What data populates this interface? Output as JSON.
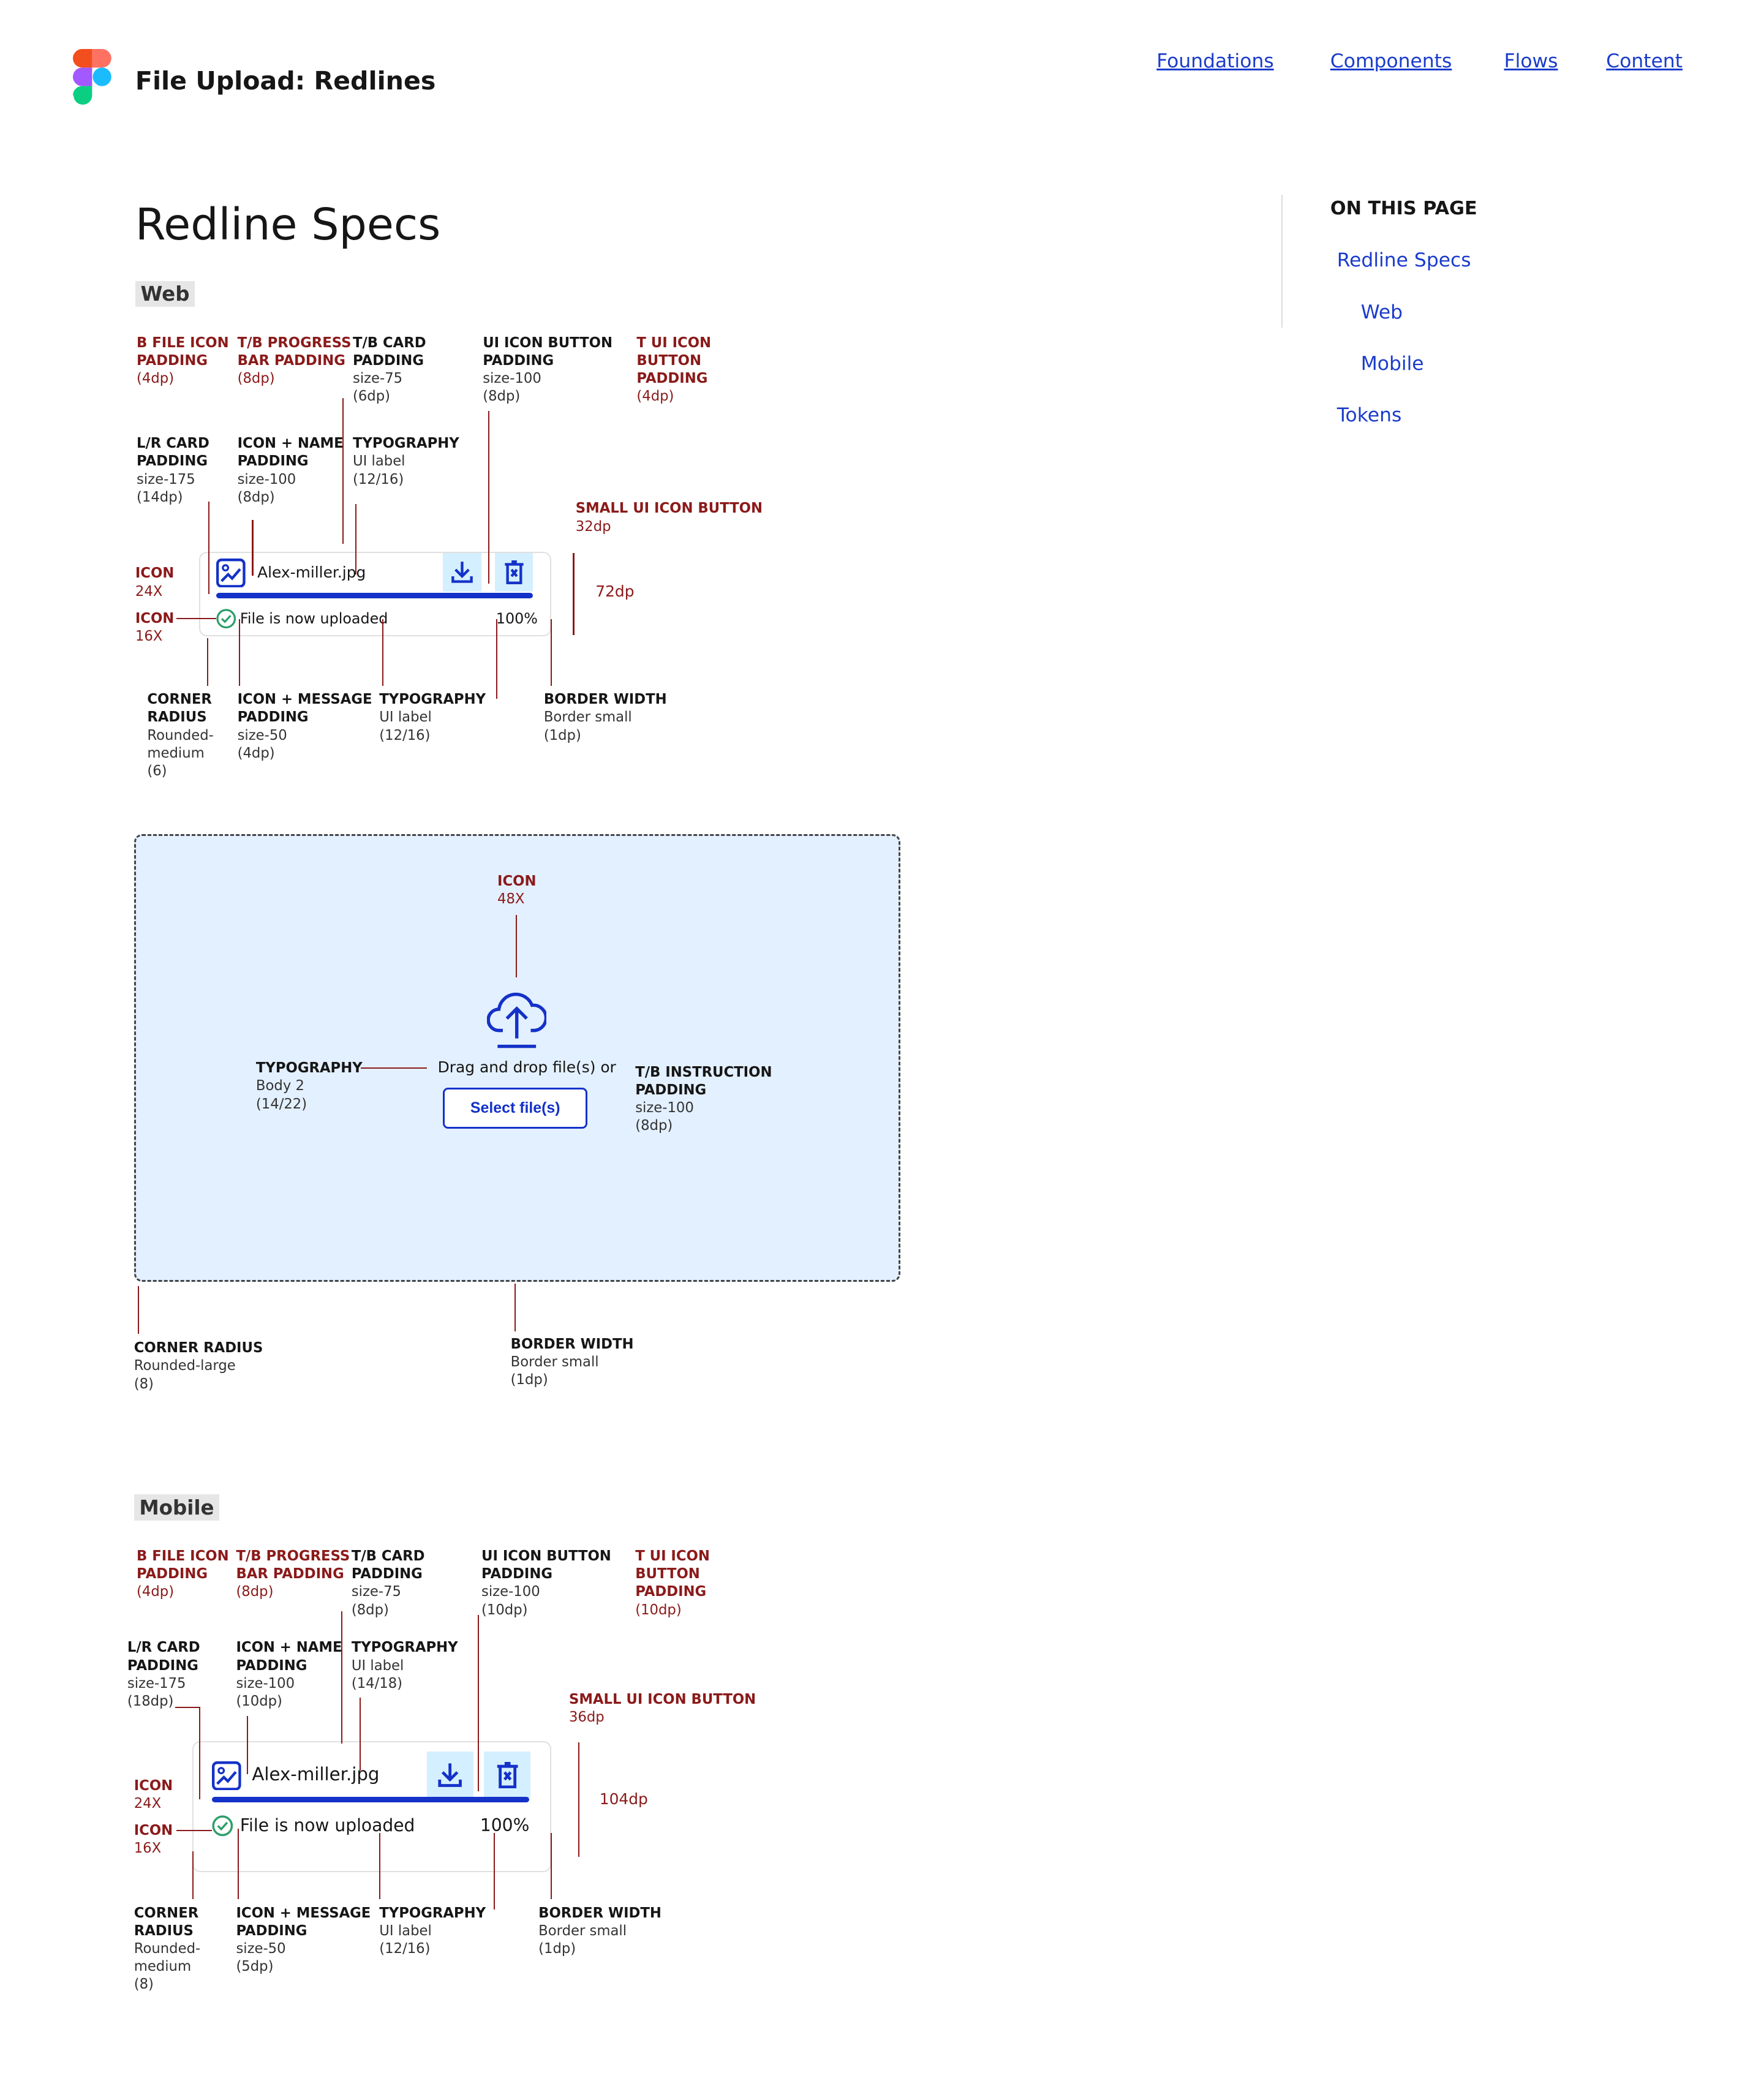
{
  "header": {
    "title": "File Upload: Redlines",
    "nav": [
      "Foundations",
      "Components",
      "Flows",
      "Content"
    ]
  },
  "page_title": "Redline Specs",
  "toc": {
    "heading": "ON THIS PAGE",
    "items": [
      "Redline Specs",
      "Web",
      "Mobile",
      "Tokens"
    ]
  },
  "colors": {
    "accent": "#1432c8",
    "redline": "#8b1a1a",
    "link": "#1a3ccc",
    "dropzone_bg": "#e3f0ff",
    "success": "#2e9e6b"
  },
  "web": {
    "tag": "Web",
    "card": {
      "file_name": "Alex-miller.jpg",
      "message": "File is now uploaded",
      "percent": "100%",
      "progress": 1.0,
      "height_label": "72dp"
    },
    "annotations": [
      {
        "title": "B FILE ICON\nPADDING",
        "lines": "(4dp)",
        "tone": "red"
      },
      {
        "title": "T/B PROGRESS\nBAR PADDING",
        "lines": "(8dp)",
        "tone": "red"
      },
      {
        "title": "T/B CARD\nPADDING",
        "lines": "size-75\n(6dp)",
        "tone": "dark"
      },
      {
        "title": "UI ICON BUTTON\nPADDING",
        "lines": "size-100\n(8dp)",
        "tone": "dark"
      },
      {
        "title": "T UI ICON\nBUTTON\nPADDING",
        "lines": "(4dp)",
        "tone": "red"
      },
      {
        "title": "L/R CARD\nPADDING",
        "lines": "size-175\n(14dp)",
        "tone": "dark"
      },
      {
        "title": "ICON + NAME\nPADDING",
        "lines": "size-100\n(8dp)",
        "tone": "dark"
      },
      {
        "title": "TYPOGRAPHY",
        "lines": "UI label\n(12/16)",
        "tone": "dark"
      },
      {
        "title": "SMALL UI ICON BUTTON",
        "lines": "32dp",
        "tone": "red"
      },
      {
        "title": "ICON",
        "lines": "24X",
        "tone": "red"
      },
      {
        "title": "ICON",
        "lines": "16X",
        "tone": "red"
      },
      {
        "title": "CORNER\nRADIUS",
        "lines": "Rounded-\nmedium\n(6)",
        "tone": "dark"
      },
      {
        "title": "ICON + MESSAGE\nPADDING",
        "lines": "size-50\n(4dp)",
        "tone": "dark"
      },
      {
        "title": "TYPOGRAPHY",
        "lines": "UI label\n(12/16)",
        "tone": "dark"
      },
      {
        "title": "BORDER WIDTH",
        "lines": "Border small\n(1dp)",
        "tone": "dark"
      }
    ],
    "dropzone": {
      "instruction": "Drag and drop file(s) or",
      "button": "Select file(s)",
      "annotations": [
        {
          "title": "ICON",
          "lines": "48X",
          "tone": "red"
        },
        {
          "title": "TYPOGRAPHY",
          "lines": "Body 2\n(14/22)",
          "tone": "dark"
        },
        {
          "title": "T/B INSTRUCTION\nPADDING",
          "lines": "size-100\n(8dp)",
          "tone": "dark"
        },
        {
          "title": "CORNER RADIUS",
          "lines": "Rounded-large\n(8)",
          "tone": "dark"
        },
        {
          "title": "BORDER WIDTH",
          "lines": "Border small\n(1dp)",
          "tone": "dark"
        }
      ]
    }
  },
  "mobile": {
    "tag": "Mobile",
    "card": {
      "file_name": "Alex-miller.jpg",
      "message": "File is now uploaded",
      "percent": "100%",
      "progress": 1.0,
      "height_label": "104dp"
    },
    "annotations": [
      {
        "title": "B FILE ICON\nPADDING",
        "lines": "(4dp)",
        "tone": "red"
      },
      {
        "title": "T/B PROGRESS\nBAR PADDING",
        "lines": "(8dp)",
        "tone": "red"
      },
      {
        "title": "T/B CARD\nPADDING",
        "lines": "size-75\n(8dp)",
        "tone": "dark"
      },
      {
        "title": "UI ICON BUTTON\nPADDING",
        "lines": "size-100\n(10dp)",
        "tone": "dark"
      },
      {
        "title": "T UI ICON\nBUTTON\nPADDING",
        "lines": "(10dp)",
        "tone": "red"
      },
      {
        "title": "L/R CARD\nPADDING",
        "lines": "size-175\n(18dp)",
        "tone": "dark"
      },
      {
        "title": "ICON + NAME\nPADDING",
        "lines": "size-100\n(10dp)",
        "tone": "dark"
      },
      {
        "title": "TYPOGRAPHY",
        "lines": "UI label\n(14/18)",
        "tone": "dark"
      },
      {
        "title": "SMALL UI ICON BUTTON",
        "lines": "36dp",
        "tone": "red"
      },
      {
        "title": "ICON",
        "lines": "24X",
        "tone": "red"
      },
      {
        "title": "ICON",
        "lines": "16X",
        "tone": "red"
      },
      {
        "title": "CORNER\nRADIUS",
        "lines": "Rounded-\nmedium\n(8)",
        "tone": "dark"
      },
      {
        "title": "ICON + MESSAGE\nPADDING",
        "lines": "size-50\n(5dp)",
        "tone": "dark"
      },
      {
        "title": "TYPOGRAPHY",
        "lines": "UI label\n(12/16)",
        "tone": "dark"
      },
      {
        "title": "BORDER WIDTH",
        "lines": "Border small\n(1dp)",
        "tone": "dark"
      }
    ]
  }
}
